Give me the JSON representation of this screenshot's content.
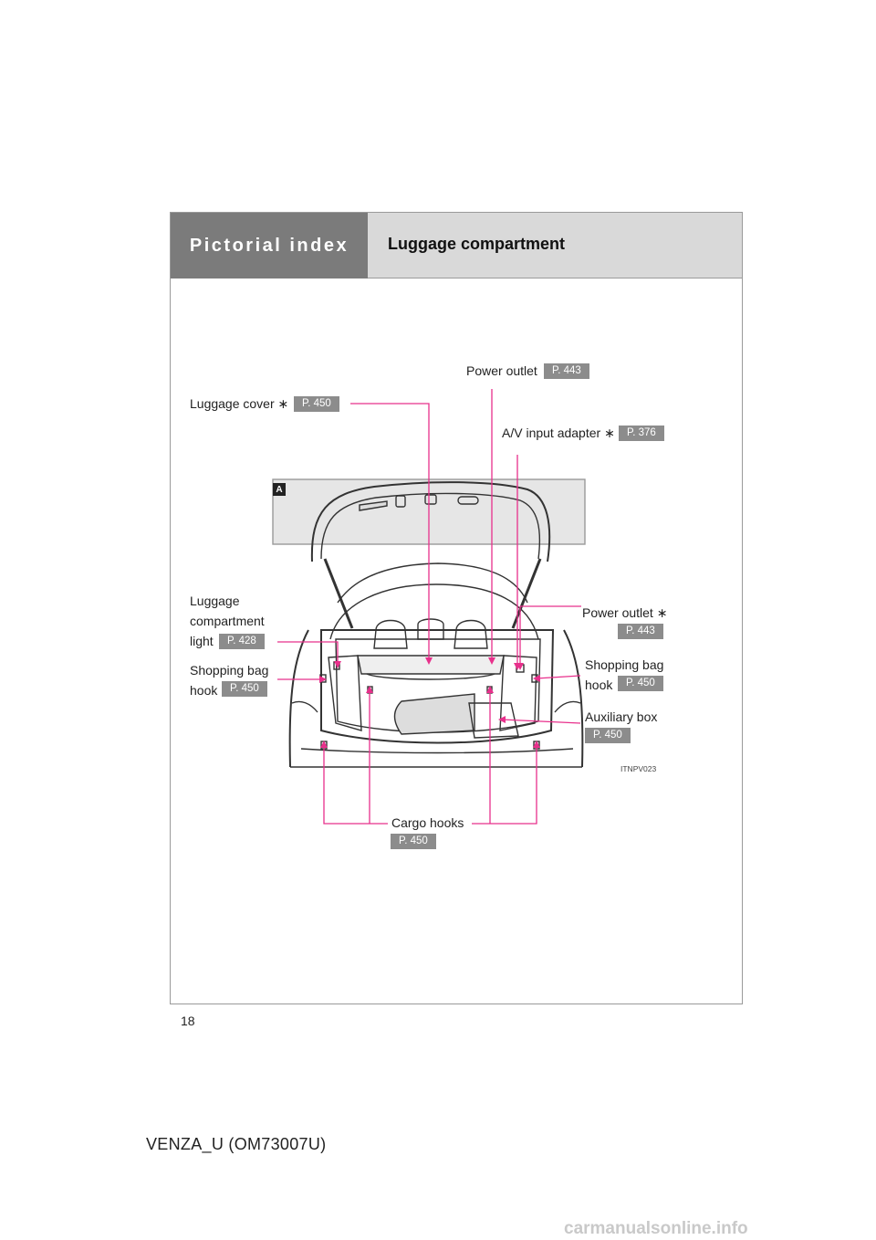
{
  "header": {
    "section": "Pictorial index",
    "title": "Luggage compartment"
  },
  "callouts": {
    "luggage_cover": {
      "label": "Luggage cover ∗",
      "ref": "P. 450"
    },
    "power_outlet_top": {
      "label": "Power outlet",
      "ref": "P. 443"
    },
    "av_input": {
      "label": "A/V input adapter ∗",
      "ref": "P. 376"
    },
    "luggage_light": {
      "line1": "Luggage",
      "line2": "compartment",
      "line3": "light",
      "ref": "P. 428"
    },
    "power_outlet_side": {
      "label": "Power outlet ∗",
      "ref": "P. 443"
    },
    "shopping_bag_left": {
      "line1": "Shopping bag",
      "line2": "hook",
      "ref": "P. 450"
    },
    "shopping_bag_right": {
      "line1": "Shopping bag",
      "line2": "hook",
      "ref": "P. 450"
    },
    "auxiliary_box": {
      "label": "Auxiliary box",
      "ref": "P. 450"
    },
    "cargo_hooks": {
      "label": "Cargo hooks",
      "ref": "P. 450"
    }
  },
  "figure": {
    "inset_label": "A",
    "code": "ITNPV023"
  },
  "colors": {
    "leader_line": "#e8308c",
    "header_dark": "#7b7b7b",
    "header_light": "#d9d9d9",
    "ref_badge": "#8c8c8c"
  },
  "page": {
    "number": "18",
    "footer": "VENZA_U (OM73007U)",
    "watermark": "carmanualsonline.info"
  }
}
